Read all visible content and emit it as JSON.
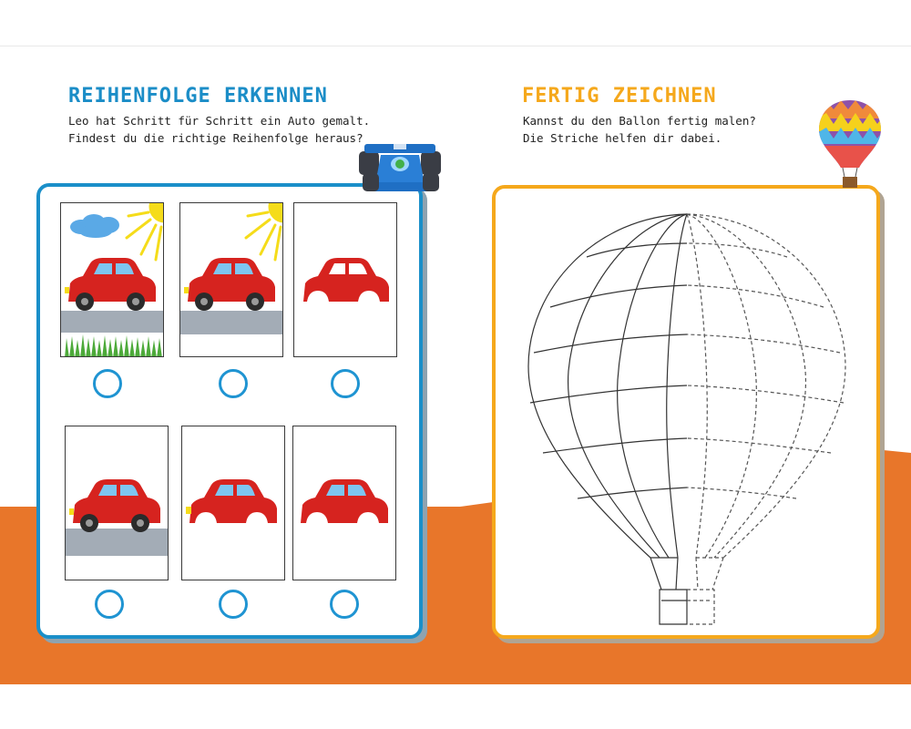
{
  "left_page": {
    "title": "REIHENFOLGE ERKENNEN",
    "instruction_line1": "Leo hat Schritt für Schritt ein Auto gemalt.",
    "instruction_line2": "Findest du die richtige Reihenfolge heraus?"
  },
  "right_page": {
    "title": "FERTIG ZEICHNEN",
    "instruction_line1": "Kannst du den Ballon fertig malen?",
    "instruction_line2": "Die Striche helfen dir dabei."
  },
  "colors": {
    "blue_accent": "#1b8dc7",
    "orange_accent": "#f5a81c",
    "orange_background": "#e8762a",
    "car_red": "#d6231f"
  },
  "icons": [
    "race-car-icon",
    "hot-air-balloon-icon",
    "car-icon",
    "sun-icon",
    "cloud-icon"
  ]
}
